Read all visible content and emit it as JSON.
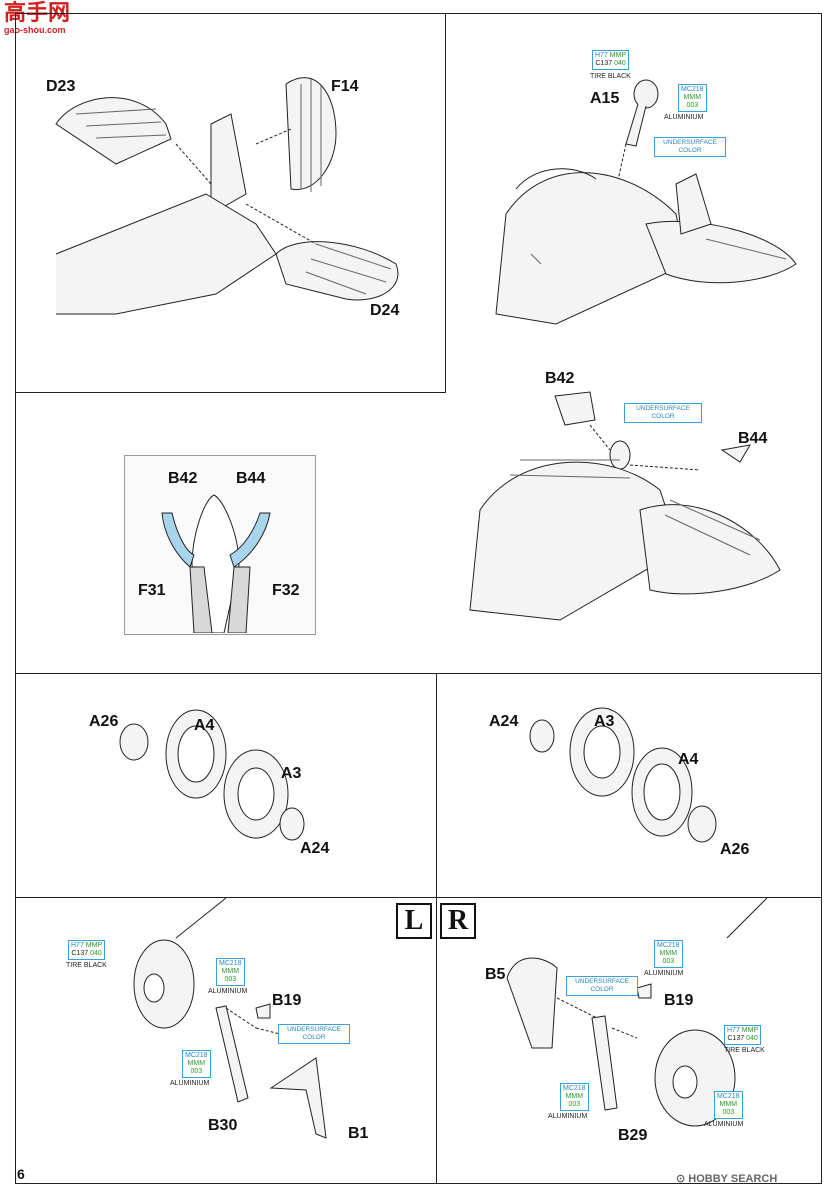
{
  "header": {
    "logo_text": "高手网",
    "logo_url": "gao-shou.com"
  },
  "panels": {
    "tail": {
      "labels": {
        "d23": "D23",
        "f14": "F14",
        "d24": "D24"
      }
    },
    "tailwheel": {
      "labels": {
        "a15": "A15"
      },
      "tire_tag": {
        "h": "H77",
        "mmp": "MMP",
        "c": "C137",
        "code": "040",
        "name": "TIRE BLACK"
      },
      "hub_tag": {
        "mc": "MC218",
        "mmm": "MMM",
        "code": "003",
        "name": "ALUMINIUM"
      },
      "undersurface": "UNDERSURFACE COLOR"
    },
    "detail": {
      "labels": {
        "b42": "B42",
        "b44": "B44",
        "f31": "F31",
        "f32": "F32"
      }
    },
    "doors": {
      "labels": {
        "b42": "B42",
        "b44": "B44"
      },
      "undersurface": "UNDERSURFACE COLOR"
    },
    "wheel_left": {
      "labels": {
        "a26": "A26",
        "a4": "A4",
        "a3": "A3",
        "a24": "A24"
      }
    },
    "wheel_right": {
      "labels": {
        "a24": "A24",
        "a3": "A3",
        "a4": "A4",
        "a26": "A26"
      }
    },
    "gear_left": {
      "labels": {
        "b19": "B19",
        "b30": "B30",
        "b1": "B1"
      },
      "tire_tag": {
        "h": "H77",
        "mmp": "MMP",
        "c": "C137",
        "code": "040",
        "name": "TIRE BLACK"
      },
      "hub_tag": {
        "mc": "MC218",
        "mmm": "MMM",
        "code": "003",
        "name": "ALUMINIUM"
      },
      "strut_tag": {
        "mc": "MC218",
        "mmm": "MMM",
        "code": "003",
        "name": "ALUMINIUM"
      },
      "undersurface": "UNDERSURFACE COLOR",
      "side": "L"
    },
    "gear_right": {
      "labels": {
        "b5": "B5",
        "b19": "B19",
        "b29": "B29"
      },
      "tire_tag": {
        "h": "H77",
        "mmp": "MMP",
        "c": "C137",
        "code": "040",
        "name": "TIRE BLACK"
      },
      "top_tag": {
        "mc": "MC218",
        "mmm": "MMM",
        "code": "003",
        "name": "ALUMINIUM"
      },
      "strut_tag": {
        "mc": "MC218",
        "mmm": "MMM",
        "code": "003",
        "name": "ALUMINIUM"
      },
      "hub_tag": {
        "mc": "MC218",
        "mmm": "MMM",
        "code": "003",
        "name": "ALUMINIUM"
      },
      "undersurface": "UNDERSURFACE COLOR",
      "side": "R"
    }
  },
  "footer": {
    "page_number": "6",
    "watermark": "HOBBY SEARCH"
  },
  "colors": {
    "accent_blue": "#3aa0d8",
    "detail_fill": "#a8d4ec",
    "green": "#2a9a2a"
  }
}
